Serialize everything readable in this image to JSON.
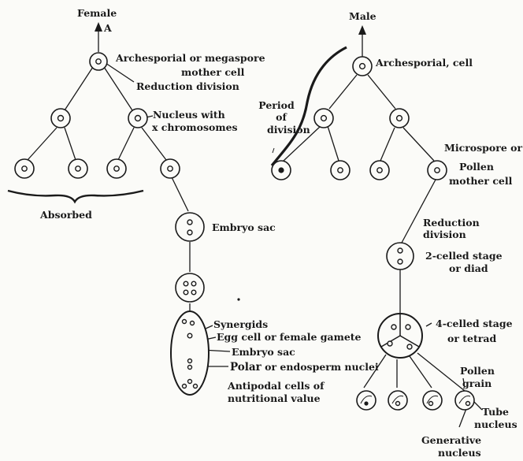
{
  "female": {
    "heading": "Female",
    "marker": "A",
    "archesporial": "Archesporial or megaspore",
    "archesporial_2": "mother cell",
    "reduction": "Reduction division",
    "nucleus": "Nucleus with",
    "nucleus_2": "x chromosomes",
    "absorbed": "Absorbed",
    "embryo_sac": "Embryo sac",
    "synergids": "Synergids",
    "egg_cell": "Egg cell or female gamete",
    "embryo_sac_2": "Embryo sac",
    "polar_a": "Polar",
    "polar_b": " or endosperm nuclei",
    "antipodal": "Antipodal cells of",
    "antipodal_2": "nutritional value"
  },
  "male": {
    "heading": "Male",
    "archesporial": "Archesporial, cell",
    "period": "Period",
    "period_of": "of",
    "period_div": "division",
    "microspore": "Microspore or",
    "pollen": "Pollen",
    "mother_cell": "mother cell",
    "reduction": "Reduction",
    "reduction_2": "division",
    "two_celled": "2-celled stage",
    "diad": "or diad",
    "four_celled": "4-celled stage",
    "tetrad": "or tetrad",
    "pollen_grain": "Pollen",
    "pollen_grain_2": "grain",
    "tube": "Tube",
    "tube_2": "nucleus",
    "generative": "Generative",
    "generative_2": "nucleus"
  }
}
